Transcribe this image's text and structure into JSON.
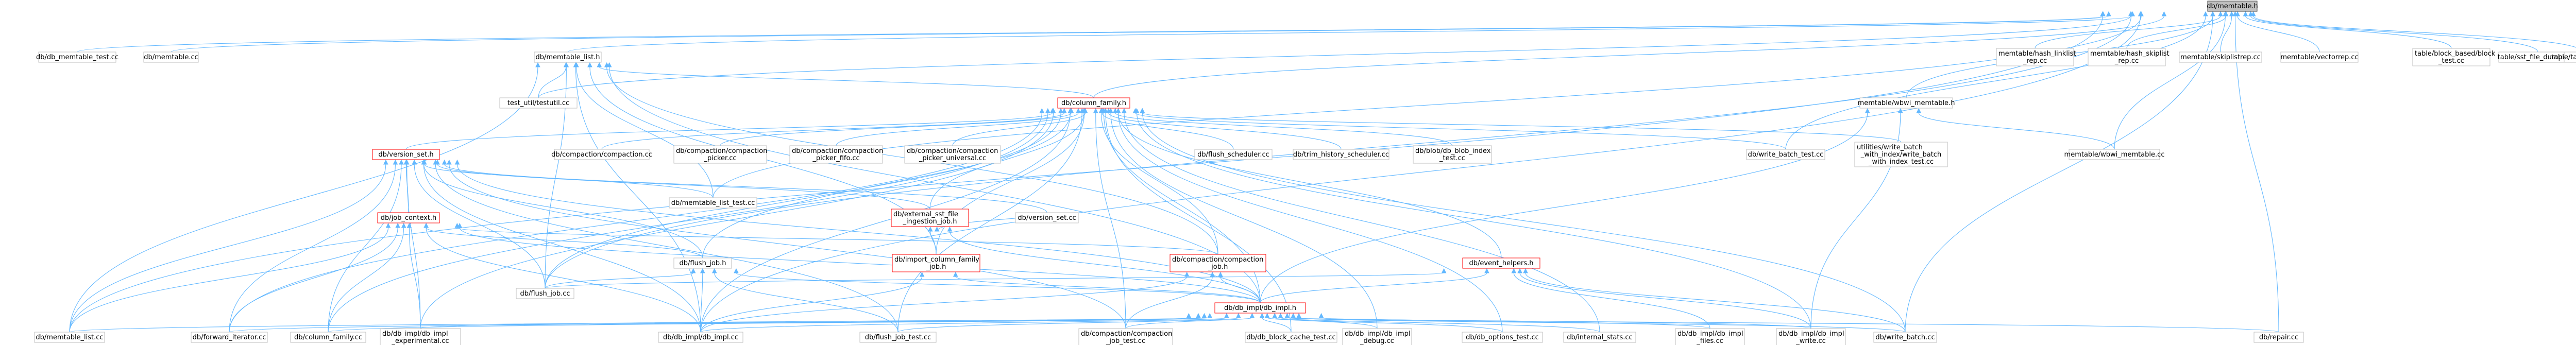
{
  "graph": {
    "colors": {
      "highlight_fill": "#bfbfbf",
      "highlight_stroke": "#404040",
      "normal_fill": "#ffffff",
      "normal_stroke": "#bfbfbf",
      "error_stroke": "#ff0000",
      "edge": "#63b8ff"
    },
    "nodes": [
      {
        "id": "n0",
        "lines": [
          "db/memtable.h"
        ],
        "style": "highlight"
      },
      {
        "id": "n1",
        "lines": [
          "db/db_memtable_test.cc"
        ],
        "style": "normal"
      },
      {
        "id": "n2",
        "lines": [
          "db/memtable.cc"
        ],
        "style": "normal"
      },
      {
        "id": "n3",
        "lines": [
          "db/memtable_list.h"
        ],
        "style": "normal"
      },
      {
        "id": "n4",
        "lines": [
          "memtable/hash_linklist",
          "_rep.cc"
        ],
        "style": "normal"
      },
      {
        "id": "n5",
        "lines": [
          "memtable/hash_skiplist",
          "_rep.cc"
        ],
        "style": "normal"
      },
      {
        "id": "n6",
        "lines": [
          "memtable/skiplistrep.cc"
        ],
        "style": "normal"
      },
      {
        "id": "n7",
        "lines": [
          "memtable/vectorrep.cc"
        ],
        "style": "normal"
      },
      {
        "id": "n8",
        "lines": [
          "table/block_based/block",
          "_test.cc"
        ],
        "style": "normal"
      },
      {
        "id": "n9",
        "lines": [
          "table/sst_file_dumper.cc"
        ],
        "style": "normal"
      },
      {
        "id": "n10",
        "lines": [
          "table/table_test.cc"
        ],
        "style": "normal"
      },
      {
        "id": "n11",
        "lines": [
          "test_util/testutil.cc"
        ],
        "style": "normal"
      },
      {
        "id": "n12",
        "lines": [
          "db/column_family.h"
        ],
        "style": "error"
      },
      {
        "id": "n13",
        "lines": [
          "memtable/wbwi_memtable.h"
        ],
        "style": "normal"
      },
      {
        "id": "n14",
        "lines": [
          "db/compaction/compaction.cc"
        ],
        "style": "normal"
      },
      {
        "id": "n15",
        "lines": [
          "db/compaction/compaction",
          "_picker.cc"
        ],
        "style": "normal"
      },
      {
        "id": "n16",
        "lines": [
          "db/compaction/compaction",
          "_picker_fifo.cc"
        ],
        "style": "normal"
      },
      {
        "id": "n17",
        "lines": [
          "db/compaction/compaction",
          "_picker_universal.cc"
        ],
        "style": "normal"
      },
      {
        "id": "n18",
        "lines": [
          "db/flush_scheduler.cc"
        ],
        "style": "normal"
      },
      {
        "id": "n19",
        "lines": [
          "db/trim_history_scheduler.cc"
        ],
        "style": "normal"
      },
      {
        "id": "n20",
        "lines": [
          "db/blob/db_blob_index",
          "_test.cc"
        ],
        "style": "normal"
      },
      {
        "id": "n21",
        "lines": [
          "db/write_batch_test.cc"
        ],
        "style": "normal"
      },
      {
        "id": "n22",
        "lines": [
          "utilities/write_batch",
          "_with_index/write_batch",
          "_with_index_test.cc"
        ],
        "style": "normal"
      },
      {
        "id": "n23",
        "lines": [
          "memtable/wbwi_memtable.cc"
        ],
        "style": "normal"
      },
      {
        "id": "n24",
        "lines": [
          "db/version_set.h"
        ],
        "style": "error"
      },
      {
        "id": "n25",
        "lines": [
          "db/memtable_list_test.cc"
        ],
        "style": "normal"
      },
      {
        "id": "n26",
        "lines": [
          "db/external_sst_file",
          "_ingestion_job.h"
        ],
        "style": "error"
      },
      {
        "id": "n27",
        "lines": [
          "db/version_set.cc"
        ],
        "style": "normal"
      },
      {
        "id": "n28",
        "lines": [
          "db/job_context.h"
        ],
        "style": "error"
      },
      {
        "id": "n29",
        "lines": [
          "db/import_column_family",
          "_job.h"
        ],
        "style": "error"
      },
      {
        "id": "n30",
        "lines": [
          "db/compaction/compaction",
          "_job.h"
        ],
        "style": "error"
      },
      {
        "id": "n31",
        "lines": [
          "db/event_helpers.h"
        ],
        "style": "error"
      },
      {
        "id": "n32",
        "lines": [
          "db/flush_job.h"
        ],
        "style": "normal"
      },
      {
        "id": "n33",
        "lines": [
          "db/flush_job.cc"
        ],
        "style": "normal"
      },
      {
        "id": "n34",
        "lines": [
          "db/db_impl/db_impl.h"
        ],
        "style": "error"
      },
      {
        "id": "n35",
        "lines": [
          "db/memtable_list.cc"
        ],
        "style": "normal"
      },
      {
        "id": "n36",
        "lines": [
          "db/forward_iterator.cc"
        ],
        "style": "normal"
      },
      {
        "id": "n37",
        "lines": [
          "db/column_family.cc"
        ],
        "style": "normal"
      },
      {
        "id": "n38",
        "lines": [
          "db/db_impl/db_impl",
          "_experimental.cc"
        ],
        "style": "normal"
      },
      {
        "id": "n39",
        "lines": [
          "db/db_impl/db_impl.cc"
        ],
        "style": "normal"
      },
      {
        "id": "n40",
        "lines": [
          "db/flush_job_test.cc"
        ],
        "style": "normal"
      },
      {
        "id": "n41",
        "lines": [
          "db/compaction/compaction",
          "_job_test.cc"
        ],
        "style": "normal"
      },
      {
        "id": "n42",
        "lines": [
          "db/db_block_cache_test.cc"
        ],
        "style": "normal"
      },
      {
        "id": "n43",
        "lines": [
          "db/db_impl/db_impl",
          "_debug.cc"
        ],
        "style": "normal"
      },
      {
        "id": "n44",
        "lines": [
          "db/db_options_test.cc"
        ],
        "style": "normal"
      },
      {
        "id": "n45",
        "lines": [
          "db/internal_stats.cc"
        ],
        "style": "normal"
      },
      {
        "id": "n46",
        "lines": [
          "db/db_impl/db_impl",
          "_files.cc"
        ],
        "style": "normal"
      },
      {
        "id": "n47",
        "lines": [
          "db/db_impl/db_impl",
          "_write.cc"
        ],
        "style": "normal"
      },
      {
        "id": "n48",
        "lines": [
          "db/write_batch.cc"
        ],
        "style": "normal"
      },
      {
        "id": "n49",
        "lines": [
          "db/repair.cc"
        ],
        "style": "normal"
      }
    ],
    "edges": [
      [
        "n0",
        "n1"
      ],
      [
        "n0",
        "n2"
      ],
      [
        "n0",
        "n3"
      ],
      [
        "n0",
        "n4"
      ],
      [
        "n0",
        "n5"
      ],
      [
        "n0",
        "n6"
      ],
      [
        "n0",
        "n7"
      ],
      [
        "n0",
        "n8"
      ],
      [
        "n0",
        "n9"
      ],
      [
        "n0",
        "n10"
      ],
      [
        "n0",
        "n11"
      ],
      [
        "n0",
        "n12"
      ],
      [
        "n0",
        "n13"
      ],
      [
        "n0",
        "n21"
      ],
      [
        "n0",
        "n23"
      ],
      [
        "n0",
        "n25"
      ],
      [
        "n0",
        "n33"
      ],
      [
        "n0",
        "n35"
      ],
      [
        "n0",
        "n39"
      ],
      [
        "n0",
        "n48"
      ],
      [
        "n0",
        "n49"
      ],
      [
        "n3",
        "n11"
      ],
      [
        "n3",
        "n12"
      ],
      [
        "n3",
        "n25"
      ],
      [
        "n3",
        "n35"
      ],
      [
        "n3",
        "n33"
      ],
      [
        "n3",
        "n30"
      ],
      [
        "n3",
        "n34"
      ],
      [
        "n3",
        "n39"
      ],
      [
        "n3",
        "n29"
      ],
      [
        "n12",
        "n14"
      ],
      [
        "n12",
        "n15"
      ],
      [
        "n12",
        "n16"
      ],
      [
        "n12",
        "n17"
      ],
      [
        "n12",
        "n18"
      ],
      [
        "n12",
        "n19"
      ],
      [
        "n12",
        "n20"
      ],
      [
        "n12",
        "n21"
      ],
      [
        "n12",
        "n22"
      ],
      [
        "n12",
        "n24"
      ],
      [
        "n12",
        "n26"
      ],
      [
        "n12",
        "n30"
      ],
      [
        "n12",
        "n31"
      ],
      [
        "n12",
        "n32"
      ],
      [
        "n12",
        "n34"
      ],
      [
        "n12",
        "n37"
      ],
      [
        "n12",
        "n36"
      ],
      [
        "n12",
        "n38"
      ],
      [
        "n12",
        "n39"
      ],
      [
        "n12",
        "n41"
      ],
      [
        "n12",
        "n42"
      ],
      [
        "n12",
        "n43"
      ],
      [
        "n12",
        "n44"
      ],
      [
        "n12",
        "n45"
      ],
      [
        "n12",
        "n47"
      ],
      [
        "n12",
        "n48"
      ],
      [
        "n12",
        "n40"
      ],
      [
        "n12",
        "n33"
      ],
      [
        "n12",
        "n29"
      ],
      [
        "n13",
        "n23"
      ],
      [
        "n13",
        "n34"
      ],
      [
        "n13",
        "n47"
      ],
      [
        "n24",
        "n25"
      ],
      [
        "n24",
        "n27"
      ],
      [
        "n24",
        "n28"
      ],
      [
        "n24",
        "n32"
      ],
      [
        "n24",
        "n33"
      ],
      [
        "n24",
        "n35"
      ],
      [
        "n24",
        "n36"
      ],
      [
        "n24",
        "n37"
      ],
      [
        "n24",
        "n38"
      ],
      [
        "n24",
        "n39"
      ],
      [
        "n24",
        "n40"
      ],
      [
        "n24",
        "n41"
      ],
      [
        "n24",
        "n26"
      ],
      [
        "n24",
        "n34"
      ],
      [
        "n26",
        "n27"
      ],
      [
        "n26",
        "n29"
      ],
      [
        "n26",
        "n34"
      ],
      [
        "n28",
        "n32"
      ],
      [
        "n28",
        "n30"
      ],
      [
        "n28",
        "n34"
      ],
      [
        "n28",
        "n37"
      ],
      [
        "n28",
        "n36"
      ],
      [
        "n28",
        "n35"
      ],
      [
        "n28",
        "n38"
      ],
      [
        "n28",
        "n39"
      ],
      [
        "n29",
        "n34"
      ],
      [
        "n29",
        "n39"
      ],
      [
        "n30",
        "n34"
      ],
      [
        "n30",
        "n41"
      ],
      [
        "n30",
        "n39"
      ],
      [
        "n31",
        "n34"
      ],
      [
        "n31",
        "n33"
      ],
      [
        "n31",
        "n46"
      ],
      [
        "n31",
        "n47"
      ],
      [
        "n31",
        "n48"
      ],
      [
        "n32",
        "n33"
      ],
      [
        "n32",
        "n34"
      ],
      [
        "n32",
        "n39"
      ],
      [
        "n32",
        "n40"
      ],
      [
        "n34",
        "n35"
      ],
      [
        "n34",
        "n36"
      ],
      [
        "n34",
        "n37"
      ],
      [
        "n34",
        "n38"
      ],
      [
        "n34",
        "n39"
      ],
      [
        "n34",
        "n40"
      ],
      [
        "n34",
        "n41"
      ],
      [
        "n34",
        "n42"
      ],
      [
        "n34",
        "n43"
      ],
      [
        "n34",
        "n44"
      ],
      [
        "n34",
        "n45"
      ],
      [
        "n34",
        "n46"
      ],
      [
        "n34",
        "n47"
      ],
      [
        "n34",
        "n48"
      ],
      [
        "n34",
        "n49"
      ]
    ]
  }
}
